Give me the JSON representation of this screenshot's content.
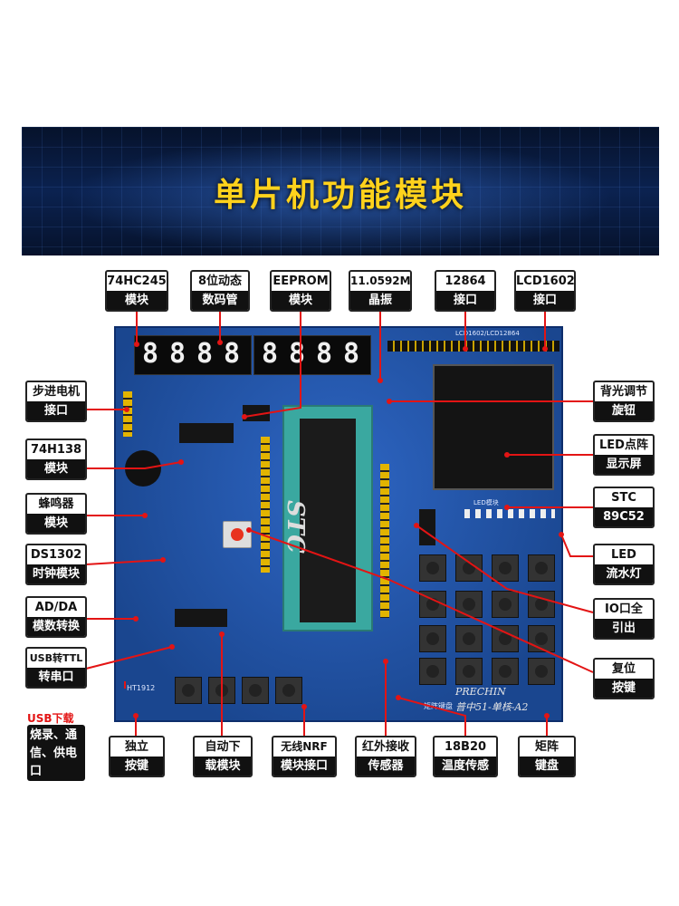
{
  "banner": {
    "title": "单片机功能模块"
  },
  "labels": [
    {
      "id": "74hc245",
      "top": "74HC245",
      "bottom": "模块"
    },
    {
      "id": "seg",
      "top": "8位动态",
      "bottom": "数码管"
    },
    {
      "id": "eeprom",
      "top": "EEPROM",
      "bottom": "模块"
    },
    {
      "id": "crystal",
      "top": "11.0592M",
      "bottom": "晶振"
    },
    {
      "id": "12864",
      "top": "12864",
      "bottom": "接口"
    },
    {
      "id": "lcd1602",
      "top": "LCD1602",
      "bottom": "接口"
    },
    {
      "id": "stepper",
      "top": "步进电机",
      "bottom": "接口"
    },
    {
      "id": "74h138",
      "top": "74H138",
      "bottom": "模块"
    },
    {
      "id": "buzzer",
      "top": "蜂鸣器",
      "bottom": "模块"
    },
    {
      "id": "ds1302",
      "top": "DS1302",
      "bottom": "时钟模块"
    },
    {
      "id": "adda",
      "top": "AD/DA",
      "bottom": "模数转换"
    },
    {
      "id": "usbttl",
      "top": "USB转TTL",
      "bottom": "转串口"
    },
    {
      "id": "backlight",
      "top": "背光调节",
      "bottom": "旋钮"
    },
    {
      "id": "ledmatrix",
      "top": "LED点阵",
      "bottom": "显示屏"
    },
    {
      "id": "stc",
      "top": "STC",
      "bottom": "89C52"
    },
    {
      "id": "ledflow",
      "top": "LED",
      "bottom": "流水灯"
    },
    {
      "id": "io",
      "top": "IO口全",
      "bottom": "引出"
    },
    {
      "id": "reset",
      "top": "复位",
      "bottom": "按键"
    },
    {
      "id": "indkeys",
      "top": "独立",
      "bottom": "按键"
    },
    {
      "id": "autodl",
      "top": "自动下",
      "bottom": "载模块"
    },
    {
      "id": "nrf",
      "top": "无线NRF",
      "bottom": "模块接口"
    },
    {
      "id": "ir",
      "top": "红外接收",
      "bottom": "传感器"
    },
    {
      "id": "ds18b20",
      "top": "18B20",
      "bottom": "温度传感"
    },
    {
      "id": "matrixkeys",
      "top": "矩阵",
      "bottom": "键盘"
    }
  ],
  "usb_download": {
    "title": "USB下载",
    "desc": "烧录、通信、供电口"
  },
  "board": {
    "segment_digits": [
      "8",
      "8",
      "8",
      "8",
      "8",
      "8",
      "8",
      "8"
    ],
    "chip_marking": "STC",
    "header_label": "LCD1602/LCD12864",
    "led_label": "LED模块",
    "brand": "PRECHIN",
    "model": "普中51-单核-A2",
    "chip_id": "HT1912",
    "keypad_label": "矩阵键盘"
  },
  "colors": {
    "banner_title": "#ffd21c",
    "board": "#1e4fa8",
    "connector_line": "#e31414",
    "usb_download_text": "#e31414"
  }
}
